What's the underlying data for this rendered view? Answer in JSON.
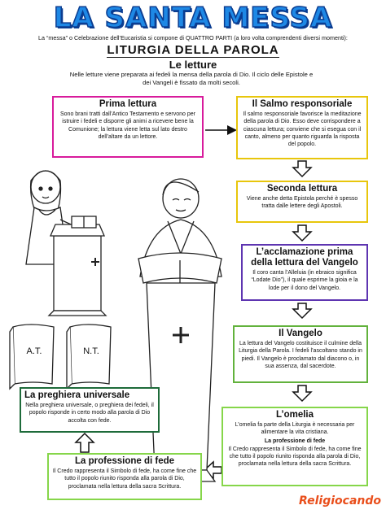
{
  "header": {
    "title": "LA SANTA MESSA",
    "intro": "La “messa” o Celebrazione dell’Eucaristia si compone di QUATTRO PARTI (a loro volta comprendenti diversi momenti):",
    "section_title": "LITURGIA DELLA PAROLA",
    "letture_heading": "Le letture",
    "letture_text": "Nelle letture viene preparata ai fedeli la mensa della parola di Dio. Il ciclo delle Epistole e dei Vangeli è fissato da molti secoli."
  },
  "boxes": {
    "prima_lettura": {
      "title": "Prima lettura",
      "text": "Sono brani tratti dall’Antico Testamento e servono per istruire i fedeli e disporre gli animi a ricevere bene la Comunione; la lettura viene letta sul lato destro dell’altare da un lettore."
    },
    "salmo": {
      "title": "Il Salmo responsoriale",
      "text": "Il salmo responsoriale favorisce la meditazione della parola di Dio. Esso deve corrispondere a ciascuna lettura; conviene che si esegua con il canto, almeno per quanto riguarda la risposta del popolo."
    },
    "seconda_lettura": {
      "title": "Seconda lettura",
      "text": "Viene anche detta Epistola perché è spesso tratta dalle lettere degli Apostoli."
    },
    "acclamazione": {
      "title": "L’acclamazione prima della lettura del Vangelo",
      "text": "Il coro canta l’Alleluia (in ebraico significa “Lodate Dio”), il quale esprime la gioia e la lode per il dono del Vangelo."
    },
    "vangelo": {
      "title": "Il Vangelo",
      "text": "La lettura del Vangelo costituisce il culmine della Liturgia della Parola. I fedeli l’ascoltano stando in piedi. Il Vangelo è proclamato dal diacono o, in sua assenza, dal sacerdote."
    },
    "omelia": {
      "title": "L’omelia",
      "text": "L’omelia fa parte della Liturgia è necessaria per alimentare la vita cristiana.",
      "sub_heading": "La professione di fede",
      "sub_text": "Il Credo rappresenta il Simbolo di fede, ha come fine che tutto il popolo riunito risponda alla parola di Dio, proclamata nella lettura della sacra Scrittura."
    },
    "preghiera": {
      "title": "La preghiera universale",
      "text": "Nella preghiera universale, o preghiera dei fedeli, il popolo risponde in certo modo alla parola di Dio accolta con fede."
    },
    "professione": {
      "title": "La professione di fede",
      "text": "Il Credo rappresenta il Simbolo di fede, ha come fine che tutto il popolo riunito risponda alla parola di Dio, proclamata nella lettura della sacra Scrittura."
    }
  },
  "illustration": {
    "book_left": "A.T.",
    "book_right": "N.T."
  },
  "brand": "Religiocando"
}
